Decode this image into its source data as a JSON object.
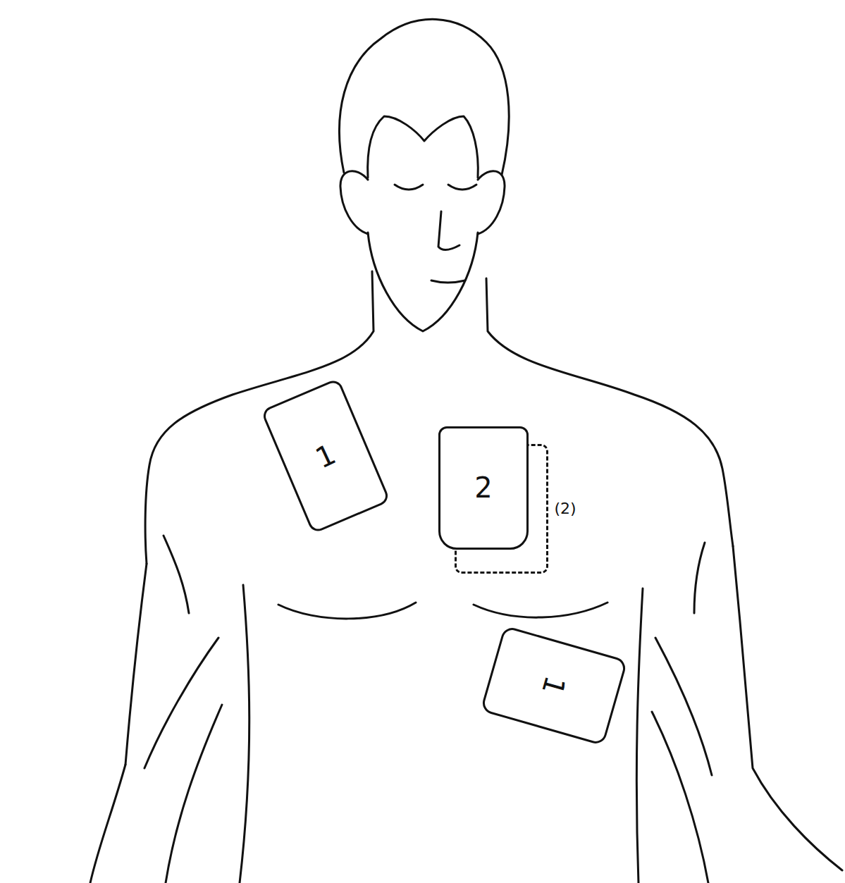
{
  "diagram": {
    "nodes": [
      {
        "text": [
          "1"
        ]
      },
      {
        "text": [
          "2"
        ]
      },
      {
        "text": [
          "(2)"
        ]
      },
      {
        "text": [
          "1"
        ]
      }
    ]
  }
}
